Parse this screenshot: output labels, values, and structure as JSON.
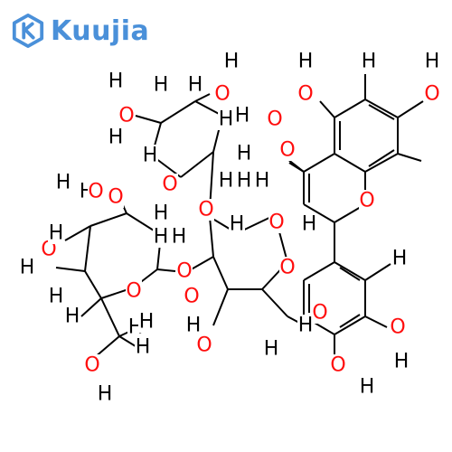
{
  "brand": {
    "name": "Kuujia",
    "accent": "#4a90d9"
  },
  "molecule": {
    "bond_color": "#000000",
    "element_colors": {
      "O": "#ff0d0d",
      "H": "#000000"
    },
    "atoms": [
      {
        "el": "H"
      },
      {
        "el": "O"
      },
      {
        "el": "H"
      },
      {
        "el": "O"
      },
      {
        "el": "H"
      },
      {
        "el": "O"
      },
      {
        "el": "H"
      },
      {
        "el": "H"
      },
      {
        "el": "O"
      },
      {
        "el": "H"
      },
      {
        "el": "H"
      },
      {
        "el": "O"
      },
      {
        "el": "H"
      },
      {
        "el": "H"
      },
      {
        "el": "H"
      },
      {
        "el": "O"
      },
      {
        "el": "O"
      },
      {
        "el": "O"
      },
      {
        "el": "O"
      },
      {
        "el": "H"
      },
      {
        "el": "H"
      },
      {
        "el": "H"
      },
      {
        "el": "H"
      },
      {
        "el": "H"
      },
      {
        "el": "O"
      },
      {
        "el": "H"
      },
      {
        "el": "H"
      },
      {
        "el": "O"
      },
      {
        "el": "H"
      },
      {
        "el": "O"
      },
      {
        "el": "H"
      },
      {
        "el": "H"
      },
      {
        "el": "H"
      },
      {
        "el": "O"
      },
      {
        "el": "H"
      },
      {
        "el": "H"
      },
      {
        "el": "O"
      },
      {
        "el": "O"
      },
      {
        "el": "H"
      },
      {
        "el": "H"
      },
      {
        "el": "O"
      },
      {
        "el": "H"
      },
      {
        "el": "O"
      },
      {
        "el": "H"
      },
      {
        "el": "H"
      },
      {
        "el": "O"
      },
      {
        "el": "H"
      },
      {
        "el": "O"
      },
      {
        "el": "H"
      },
      {
        "el": "H"
      },
      {
        "el": "H"
      }
    ]
  }
}
